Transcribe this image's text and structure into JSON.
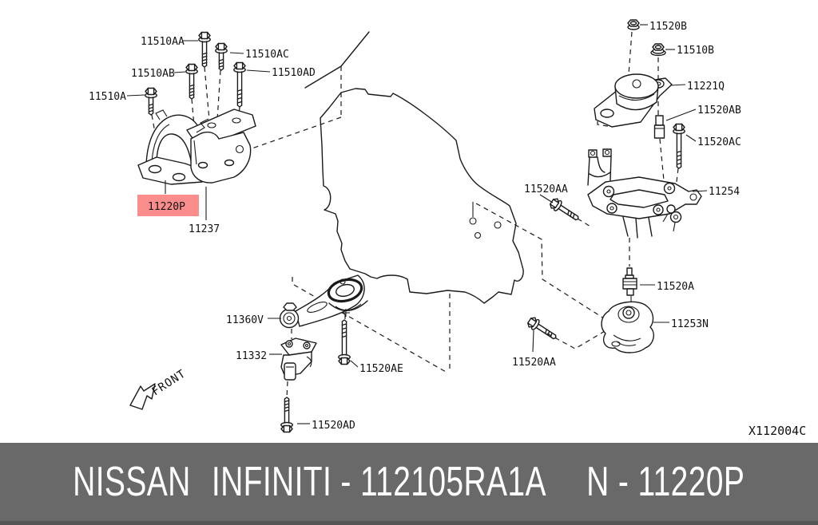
{
  "diagram": {
    "drawing_code": "X112004C",
    "front_indicator": "FRONT",
    "highlighted_part": "11220P",
    "labels": {
      "b11510aa": "11510AA",
      "b11510ab": "11510AB",
      "b11510ac": "11510AC",
      "b11510ad": "11510AD",
      "b11510a": "11510A",
      "m11220p": "11220P",
      "m11237": "11237",
      "n11520b": "11520B",
      "n11510b": "11510B",
      "m11221q": "11221Q",
      "s11520ab": "11520AB",
      "b11520ac": "11520AC",
      "b11520aa_upper": "11520AA",
      "m11254": "11254",
      "i11520a": "11520A",
      "m11253n": "11253N",
      "b11520aa_lower": "11520AA",
      "r11360v": "11360V",
      "m11332": "11332",
      "b11520ae": "11520AE",
      "b11520ad": "11520AD"
    },
    "colors": {
      "line": "#1a1a1a",
      "label_text": "#111111",
      "highlight_bg": "#fb8d8d",
      "highlight_text": "#3d3d3d",
      "background": "#ffffff"
    }
  },
  "banner": {
    "brand": "NISSAN",
    "catalog_ref": "INFINITI - 112105RA1A",
    "part_ref": "N - 11220P",
    "bg": "#696969",
    "text_color": "#ffffff"
  }
}
